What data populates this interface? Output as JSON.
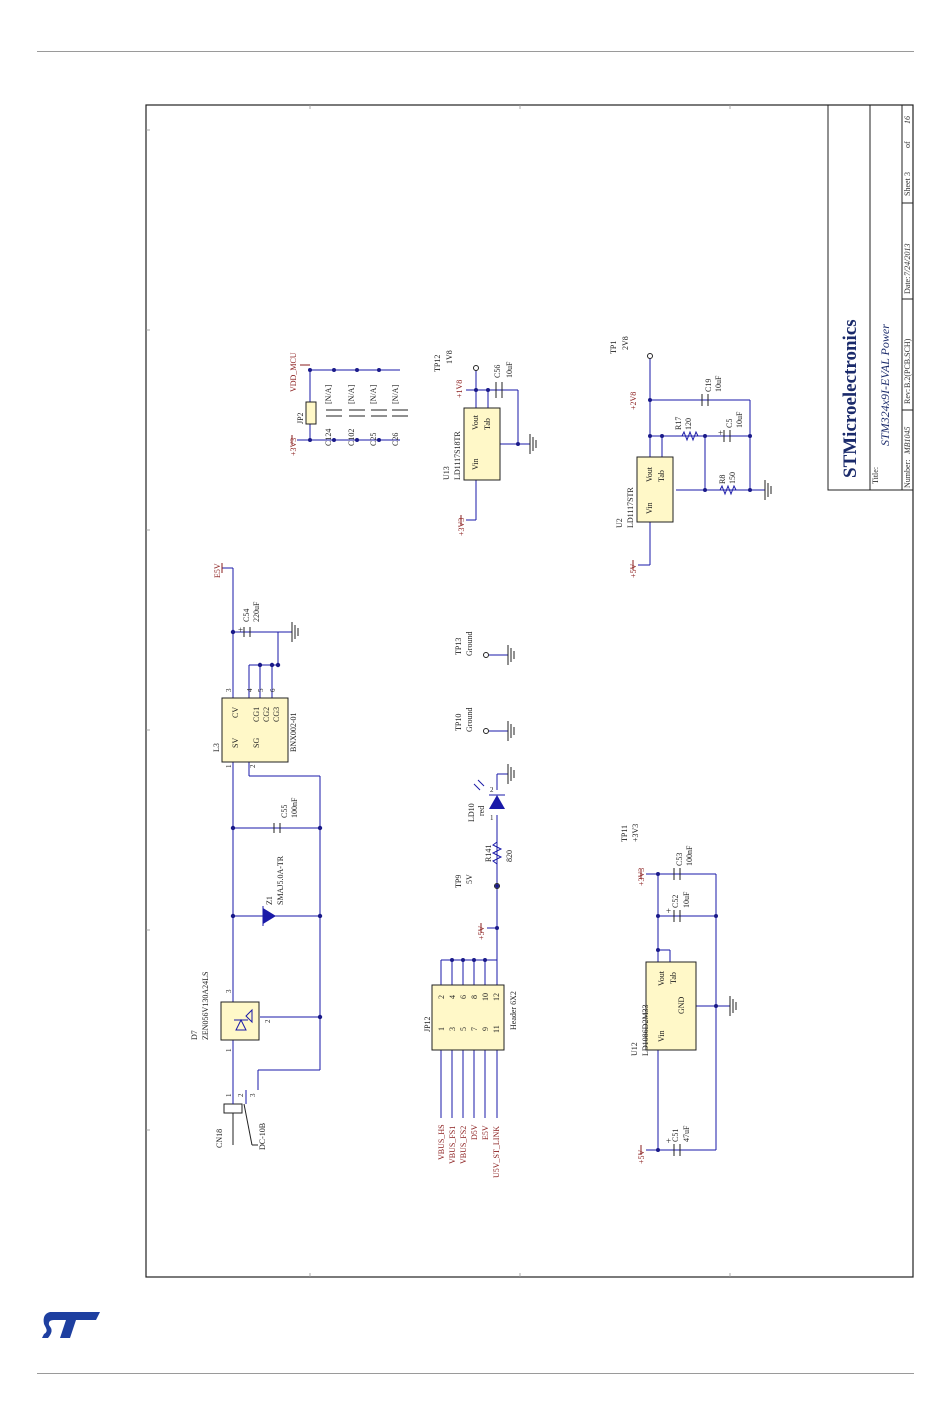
{
  "colors": {
    "net_red": "#8a1c1c",
    "wire": "#1a1aa8",
    "line": "#1a1a1a"
  },
  "title_block": {
    "company": "STMicroelectronics",
    "title_label": "Title:",
    "title": "STM324x9I-EVAL Power",
    "number_label": "Number:",
    "number": "MB1045",
    "rev_label": "Rev:",
    "rev": "B.2(PCB.SCH)",
    "date_label": "Date:",
    "date": "7/24/2013",
    "sheet_label": "Sheet",
    "sheet": "3",
    "of_label": "of",
    "total": "16"
  },
  "nets": {
    "e5v": "E5V",
    "p3v3": "+3V3",
    "vdd_mcu": "VDD_MCU",
    "p1v8": "+1V8",
    "p2v8": "+2V8",
    "p5v": "+5V"
  },
  "components": {
    "cn18": {
      "ref": "CN18",
      "value": "DC-10B",
      "pins": [
        "1",
        "2",
        "3"
      ]
    },
    "d7": {
      "ref": "D7",
      "value": "ZEN056V130A24LS",
      "pins": [
        "1",
        "3",
        "2"
      ]
    },
    "z1": {
      "ref": "Z1",
      "value": "SMAJ5.0A-TR"
    },
    "c55": {
      "ref": "C55",
      "value": "100nF"
    },
    "l3": {
      "ref": "L3",
      "value": "BNX002-01",
      "pins": [
        "SV",
        "SG",
        "CV",
        "CG1",
        "CG2",
        "CG3"
      ],
      "pin_numbers": [
        "1",
        "2",
        "3",
        "4",
        "5",
        "6"
      ]
    },
    "c54": {
      "ref": "C54",
      "value": "220uF"
    },
    "jp2": {
      "ref": "JP2",
      "value": ""
    },
    "caps_na": [
      {
        "ref": "C124",
        "value": "[N/A]"
      },
      {
        "ref": "C102",
        "value": "[N/A]"
      },
      {
        "ref": "C25",
        "value": "[N/A]"
      },
      {
        "ref": "C26",
        "value": "[N/A]"
      }
    ],
    "tp12": {
      "ref": "TP12",
      "value": "1V8"
    },
    "u13": {
      "ref": "U13",
      "value": "LD1117S18TR",
      "pins": [
        "Vin",
        "Vout",
        "Tab"
      ]
    },
    "c56": {
      "ref": "C56",
      "value": "10uF"
    },
    "tp1": {
      "ref": "TP1",
      "value": "2V8"
    },
    "c19": {
      "ref": "C19",
      "value": "10uF"
    },
    "r17": {
      "ref": "R17",
      "value": "120"
    },
    "c5": {
      "ref": "C5",
      "value": "10uF"
    },
    "r8": {
      "ref": "R8",
      "value": "150"
    },
    "u2": {
      "ref": "U2",
      "value": "LD1117STR",
      "pins": [
        "Vin",
        "Vout",
        "Tab"
      ]
    },
    "tp13": {
      "ref": "TP13",
      "value": "Ground"
    },
    "tp10": {
      "ref": "TP10",
      "value": "Ground"
    },
    "ld10": {
      "ref": "LD10",
      "value": "red"
    },
    "r141": {
      "ref": "R141",
      "value": "820"
    },
    "tp9": {
      "ref": "TP9",
      "value": "5V"
    },
    "jp12": {
      "ref": "JP12",
      "value": "Header 6X2",
      "pins": [
        [
          "1",
          "2"
        ],
        [
          "3",
          "4"
        ],
        [
          "5",
          "6"
        ],
        [
          "7",
          "8"
        ],
        [
          "9",
          "10"
        ],
        [
          "11",
          "12"
        ]
      ],
      "signals": [
        "VBUS_HS",
        "VBUS_FS1",
        "VBUS_FS2",
        "D5V",
        "E5V",
        "U5V_ST_LINK"
      ]
    },
    "tp11": {
      "ref": "TP11",
      "value": "+3V3"
    },
    "c53": {
      "ref": "C53",
      "value": "100nF"
    },
    "c52": {
      "ref": "C52",
      "value": "10uF"
    },
    "u12": {
      "ref": "U12",
      "value": "LD1086D2M33",
      "pins": [
        "Vin",
        "Vout",
        "Tab",
        "GND"
      ]
    },
    "c51": {
      "ref": "C51",
      "value": "47uF"
    }
  }
}
